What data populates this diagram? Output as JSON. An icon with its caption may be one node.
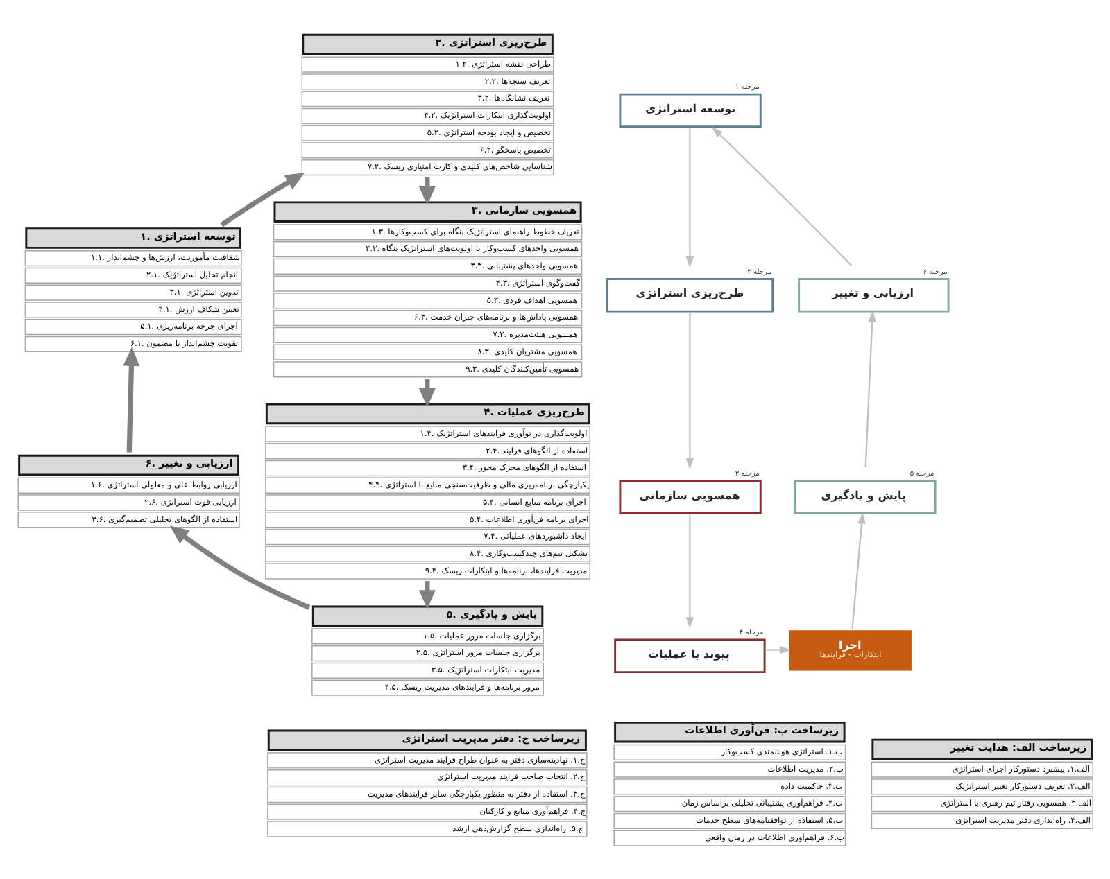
{
  "diagram": {
    "nodes": [
      {
        "text": [
          "۱. توسعه استراتژی",
          "۱.۱. شفافیت مأموریت، ارزش‌ها و چشم‌انداز",
          "۲.۱. انجام تحلیل استراتژیک",
          "۳.۱. تدوین استراتژی",
          "۴.۱. تعیین شکاف ارزش",
          "۵.۱. اجرای چرخه برنامه‌ریزی",
          "۶.۱. تقویت چشم‌انداز با مضمون"
        ]
      },
      {
        "text": [
          "۲. طرح‌ریزی استراتژی",
          "۱.۲. طراحی نقشه استراتژی",
          "۲.۲. تعریف سنجه‌ها",
          "۳.۲. تعریف نشانگاه‌ها",
          "۴.۲. اولویت‌گذاری ابتکارات استراتژیک",
          "۵.۲. تخصیص و ایجاد بودجه استراتژی",
          "۶.۲. تخصیص پاسخگو",
          "۷.۲. شناسایی شاخص‌های کلیدی و کارت امتیازی ریسک"
        ]
      },
      {
        "text": [
          "۳. همسویی سازمانی",
          "۱.۳. تعریف خطوط راهنمای استراتژیک بنگاه برای کسب‌وکارها",
          "۲.۳. همسویی واحدهای کسب‌وکار با اولویت‌های استراتژیک بنگاه",
          "۳.۳. همسویی واحدهای پشتیبانی",
          "۴.۳. گفت‌وگوی استراتژی",
          "۵.۳. همسویی اهداف فردی",
          "۶.۳. همسویی پاداش‌ها و برنامه‌های جبران خدمت",
          "۷.۳. همسویی هیئت‌مدیره",
          "۸.۳. همسویی مشتریان کلیدی",
          "۹.۳. همسویی تأمین‌کنندگان کلیدی"
        ]
      },
      {
        "text": [
          "۴. طرح‌ریزی عملیات",
          "۱.۴. اولویت‌گذاری در نوآوری فرایندهای استراتژیک",
          "۲.۴. استفاده از الگوهای فرایند",
          "۳.۴. استفاده از الگوهای محرک محور",
          "۴.۴. یکپارچگی برنامه‌ریزی مالی و ظرفیت‌سنجی منابع با استراتژی",
          "۵.۴. اجرای برنامه منابع انسانی",
          "۵.۴. اجرای برنامه فن‌آوری اطلاعات",
          "۷.۴. ایجاد داشبوردهای عملیاتی",
          "۸.۴. تشکیل تیم‌های چندکسب‌وکاری",
          "۹.۴. مدیریت فرایندها، برنامه‌ها و ابتکارات ریسک"
        ]
      },
      {
        "text": [
          "۵. پایش و یادگیری",
          "۱.۵. برگزاری جلسات مرور عملیات",
          "۲.۵. برگزاری جلسات مرور استراتژی",
          "۳.۵. مدیریت ابتکارات استراتژیک",
          "۴.۵. مرور برنامه‌ها و فرایندهای مدیریت ریسک"
        ]
      },
      {
        "text": [
          "۶. ارزیابی و تغییر",
          "۱.۶. ارزیابی روابط علی و معلولی استراتژی",
          "۲.۶. ارزیابی قوت استراتژی",
          "۳.۶. استفاده از الگوهای تحلیلی تصمیم‌گیری"
        ]
      },
      {
        "text": [
          "توسعه استراتژی"
        ],
        "beside": [
          "مرحله ۱"
        ]
      },
      {
        "text": [
          "طرح‌ریزی استراتژی"
        ],
        "beside": [
          "مرحله ۲"
        ]
      },
      {
        "text": [
          "همسویی سازمانی"
        ],
        "beside": [
          "مرحله ۳"
        ]
      },
      {
        "text": [
          "پیوند با عملیات"
        ],
        "beside": [
          "مرحله ۴"
        ]
      },
      {
        "text": [
          "اجرا",
          "ابتکارات - فرایندها"
        ]
      },
      {
        "text": [
          "پایش و یادگیری"
        ],
        "beside": [
          "مرحله ۵"
        ]
      },
      {
        "text": [
          "ارزیابی و تغییر"
        ],
        "beside": [
          "مرحله ۶"
        ]
      },
      {
        "text": [
          "زیرساخت الف: هدایت تغییر",
          "الف.۱. پیشبرد دستورکار اجرای استراتژی",
          "الف.۲. تعریف دستورکار تغییر استراتژیک",
          "الف.۳. همسویی رفتار تیم رهبری با استراتژی",
          "الف.۴. راه‌اندازی دفتر مدیریت استراتژی"
        ]
      },
      {
        "text": [
          "زیرساخت ب: فن‌آوری اطلاعات",
          "ب.۱. استراتژی هوشمندی کسب‌وکار",
          "ب.۲. مدیریت اطلاعات",
          "ب.۳. حاکمیت داده",
          "ب.۴. فراهم‌آوری پشتیبانی تحلیلی براساس زمان",
          "ب.۵. استفاده از توافقنامه‌های سطح خدمات",
          "ب.۶. فراهم‌آوری اطلاعات در زمان واقعی"
        ]
      },
      {
        "text": [
          "زیرساخت ج: دفتر مدیریت استراتژی",
          "ج.۱. نهادینه‌سازی دفتر به عنوان طراح فرایند مدیریت استراتژی",
          "ج.۲. انتخاب صاحب فرایند مدیریت استراتژی",
          "ج.۳. استفاده از دفتر به منظور یکپارچگی سایر فرایندهای مدیریت",
          "ج.۴. فراهم‌آوری منابع و کارکنان",
          "ج.۵. راه‌اندازی سطح گزارش‌دهی ارشد"
        ]
      }
    ],
    "edges": [
      {
        "from": 0,
        "to": 1,
        "arrow": "to",
        "style": "thick",
        "color": "#808080"
      },
      {
        "from": 1,
        "to": 2,
        "arrow": "to",
        "style": "thick",
        "color": "#808080"
      },
      {
        "from": 2,
        "to": 3,
        "arrow": "to",
        "style": "thick",
        "color": "#808080"
      },
      {
        "from": 3,
        "to": 4,
        "arrow": "to",
        "style": "thick",
        "color": "#808080"
      },
      {
        "from": 4,
        "to": 5,
        "arrow": "to",
        "style": "thick",
        "color": "#808080"
      },
      {
        "from": 5,
        "to": 0,
        "arrow": "to",
        "style": "thick",
        "color": "#808080"
      },
      {
        "from": 6,
        "to": 7,
        "arrow": "to"
      },
      {
        "from": 7,
        "to": 8,
        "arrow": "to"
      },
      {
        "from": 8,
        "to": 9,
        "arrow": "to"
      },
      {
        "from": 9,
        "to": 10,
        "arrow": "to"
      },
      {
        "from": 10,
        "to": 11,
        "arrow": "to"
      },
      {
        "from": 11,
        "to": 12,
        "arrow": "to"
      },
      {
        "from": 12,
        "to": 6,
        "arrow": "to"
      }
    ]
  }
}
